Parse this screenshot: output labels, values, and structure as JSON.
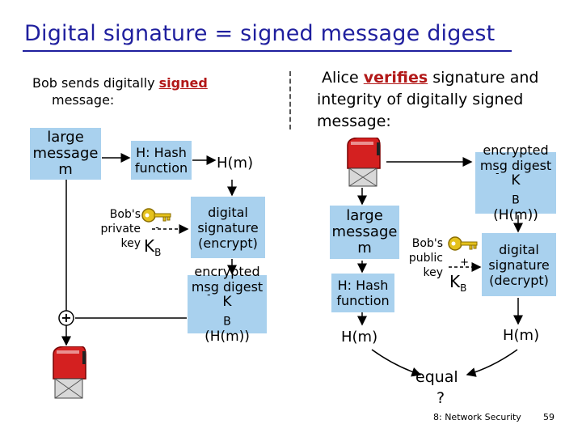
{
  "title": "Digital signature = signed message digest",
  "left": {
    "intro_prefix": "Bob sends digitally ",
    "intro_keyword": "signed",
    "intro_line2": "message:",
    "message_box": [
      "large",
      "message",
      "m"
    ],
    "hash_box": [
      "H: Hash",
      "function"
    ],
    "hash_output": "H(m)",
    "sign_box": [
      "digital",
      "signature",
      "(encrypt)"
    ],
    "key_label": [
      "Bob's",
      "private",
      "key"
    ],
    "key_symbol": "K",
    "key_sub": "B",
    "key_sup": "-",
    "encrypted_box": [
      "encrypted",
      "msg digest"
    ],
    "encrypted_formula": "K",
    "encrypted_formula_sub": "B",
    "encrypted_formula_rest": "(H(m))",
    "plus": "+"
  },
  "right": {
    "intro_prefix": "Alice ",
    "intro_keyword": "verifies",
    "intro_rest": " signature and",
    "intro_line2": "integrity of digitally signed",
    "intro_line3": "message:",
    "encrypted_box": [
      "encrypted",
      "msg digest"
    ],
    "encrypted_formula": "K",
    "encrypted_formula_sub": "B",
    "encrypted_formula_rest": "(H(m))",
    "message_box": [
      "large",
      "message",
      "m"
    ],
    "hash_box": [
      "H: Hash",
      "function"
    ],
    "key_label": [
      "Bob's",
      "public",
      "key"
    ],
    "key_symbol": "K",
    "key_sub": "B",
    "key_sup": "+",
    "verify_box": [
      "digital",
      "signature",
      "(decrypt)"
    ],
    "hash_output_left": "H(m)",
    "hash_output_right": "H(m)",
    "compare": [
      "equal",
      "?"
    ]
  },
  "footer": {
    "section": "8: Network Security",
    "page": "59"
  },
  "colors": {
    "title": "#1f1f9e",
    "box": "#a9d1ee",
    "keyword": "#b21818",
    "mailbox": "#d42020",
    "key": "#c9a100"
  },
  "icons": [
    "mailbox-icon",
    "key-icon"
  ]
}
